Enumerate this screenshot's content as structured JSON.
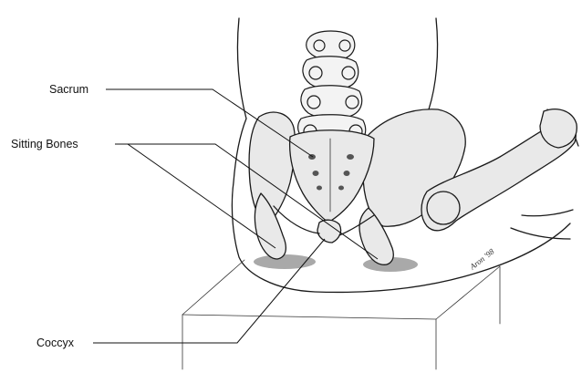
{
  "labels": {
    "sacrum": "Sacrum",
    "sitting_bones": "Sitting Bones",
    "coccyx": "Coccyx"
  },
  "signature": "Aron '98"
}
